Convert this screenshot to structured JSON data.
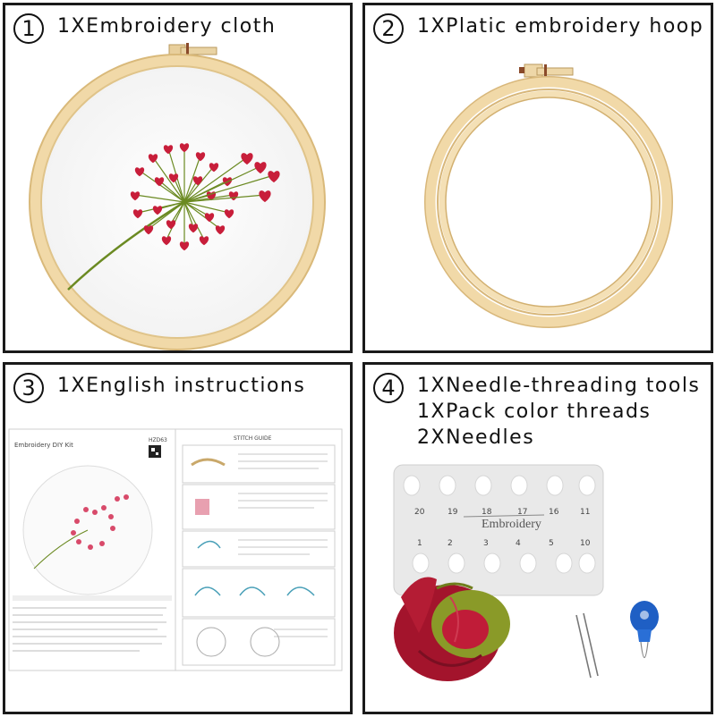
{
  "panels": [
    {
      "number": "1",
      "lines": [
        "1XEmbroidery cloth"
      ]
    },
    {
      "number": "2",
      "lines": [
        "1XPlatic embroidery hoop"
      ]
    },
    {
      "number": "3",
      "lines": [
        "1XEnglish instructions"
      ]
    },
    {
      "number": "4",
      "lines": [
        "1XNeedle-threading tools",
        "1XPack color threads",
        "2XNeedles"
      ]
    }
  ],
  "instructions": {
    "left_title": "Embroidery DIY Kit",
    "code": "HZD63",
    "right_title": "STITCH GUIDE"
  },
  "threader_card": {
    "label": "Embroidery",
    "top_numbers": [
      "20",
      "19",
      "18",
      "17",
      "16",
      "11"
    ],
    "bottom_numbers": [
      "1",
      "2",
      "3",
      "4",
      "5",
      "10"
    ]
  },
  "colors": {
    "border": "#1a1a1a",
    "hoop": "#f1d9a8",
    "heart": "#c81e3a",
    "stem": "#6b8a22",
    "thread_red": "#a3142c",
    "thread_green": "#8a9a28",
    "threader_blue": "#1f5fc4"
  }
}
